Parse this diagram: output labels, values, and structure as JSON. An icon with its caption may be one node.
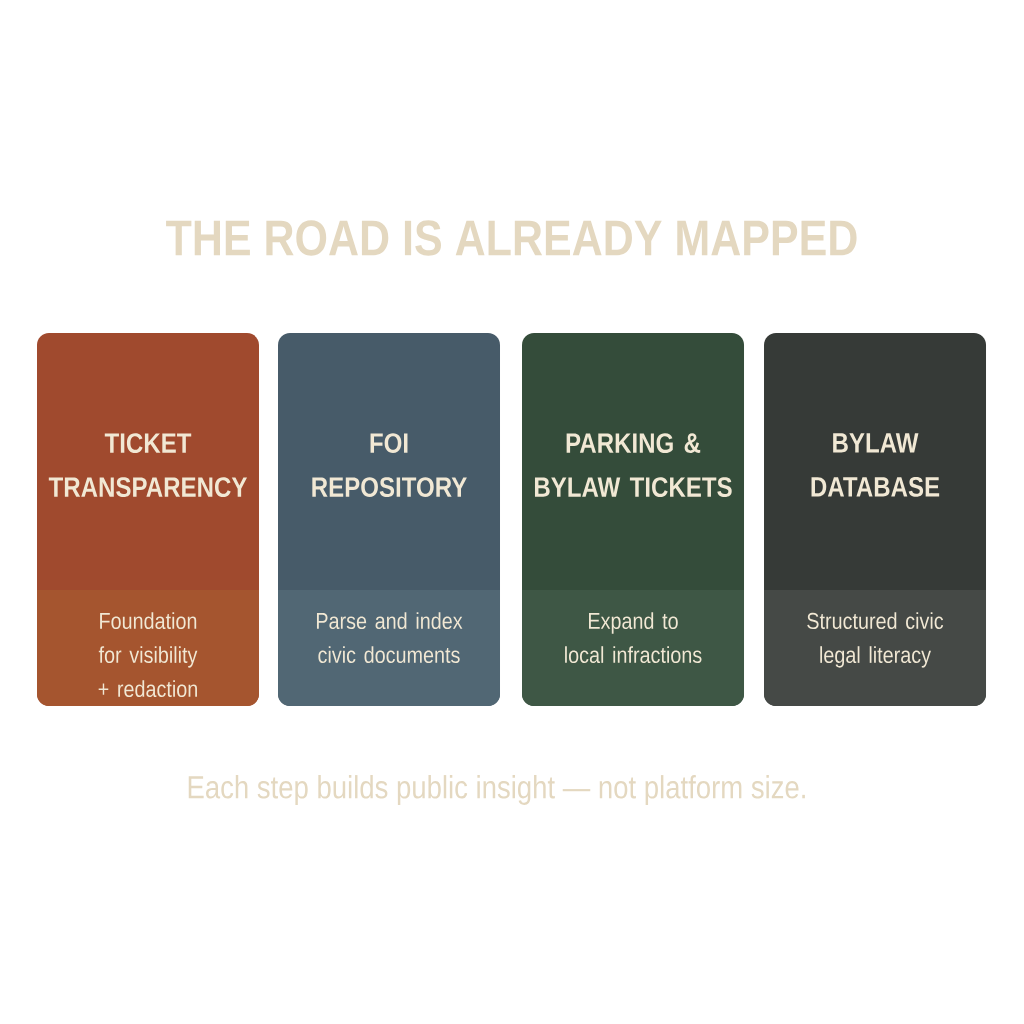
{
  "diagram": {
    "title": "THE ROAD IS ALREADY MAPPED",
    "nodes": [
      {
        "text": [
          "TICKET TRANSPARENCY",
          "Foundation for visibility + redaction"
        ]
      },
      {
        "text": [
          "FOI REPOSITORY",
          "Parse and index civic documents"
        ]
      },
      {
        "text": [
          "PARKING & BYLAW TICKETS",
          "Expand to local infractions"
        ]
      },
      {
        "text": [
          "BYLAW DATABASE",
          "Structured civic legal literacy"
        ]
      }
    ],
    "caption": "Each step builds public insight — not platform size."
  }
}
